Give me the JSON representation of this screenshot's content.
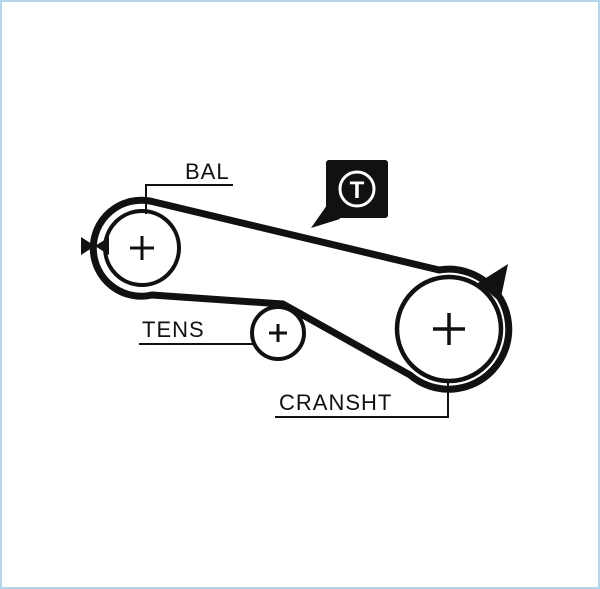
{
  "frame": {
    "border_color": "#b5d6e8",
    "background_color": "#ffffff"
  },
  "diagram": {
    "ink_color": "#111111",
    "labels": {
      "bal": "BAL",
      "tens": "TENS",
      "cransht": "CRANSHT"
    },
    "badge": {
      "letter": "T",
      "background": "#111111",
      "foreground": "#ffffff"
    }
  }
}
